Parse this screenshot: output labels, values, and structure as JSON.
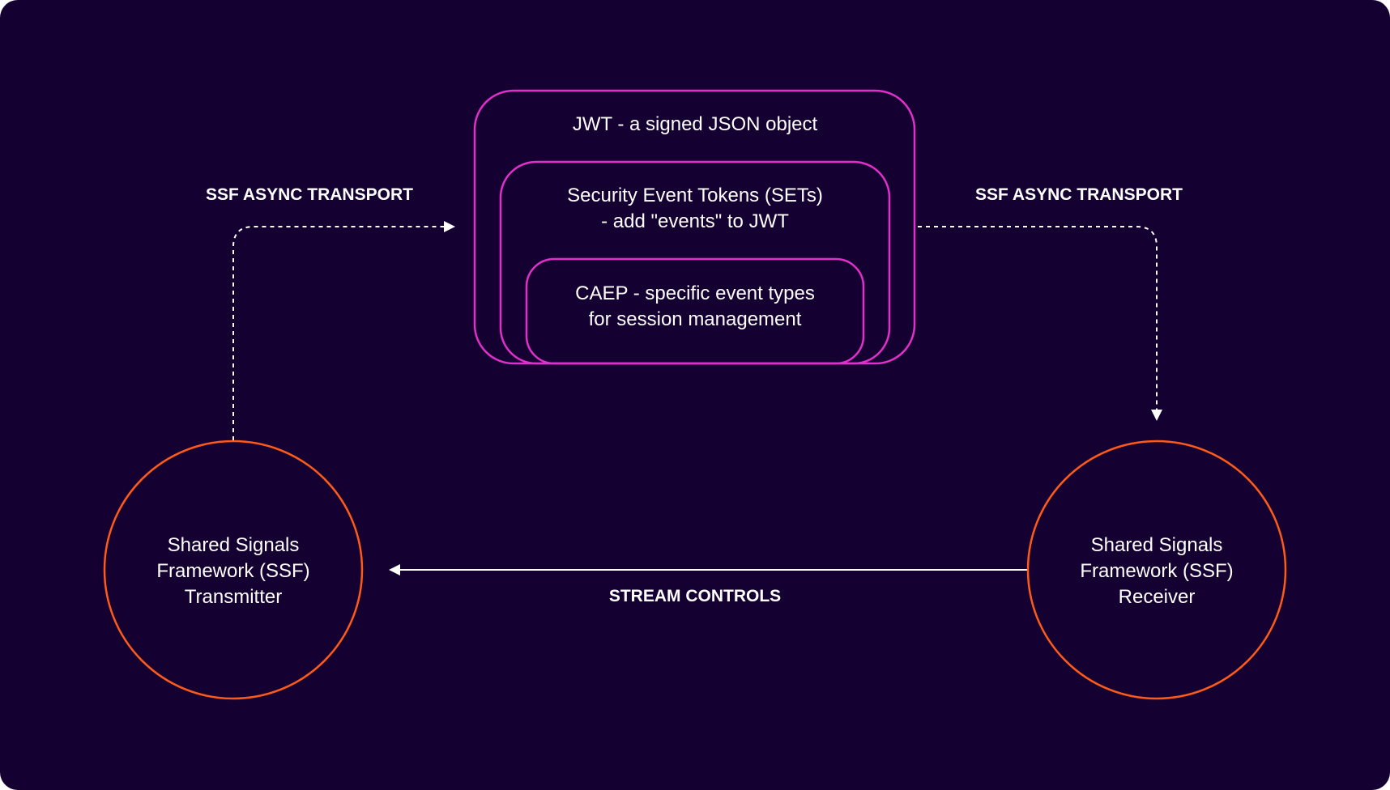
{
  "colors": {
    "background": "#150032",
    "container_stroke": "#e22fc9",
    "node_stroke": "#ff5a1a",
    "connector": "#ffffff"
  },
  "containers": {
    "jwt": {
      "label": "JWT - a signed JSON object"
    },
    "sets": {
      "line1": "Security Event Tokens (SETs)",
      "line2": "- add \"events\" to JWT"
    },
    "caep": {
      "line1": "CAEP - specific event types",
      "line2": "for session management"
    }
  },
  "nodes": {
    "transmitter": {
      "line1": "Shared Signals",
      "line2": "Framework (SSF)",
      "line3": "Transmitter"
    },
    "receiver": {
      "line1": "Shared Signals",
      "line2": "Framework (SSF)",
      "line3": "Receiver"
    }
  },
  "edges": {
    "left_transport": "SSF ASYNC TRANSPORT",
    "right_transport": "SSF ASYNC TRANSPORT",
    "stream_controls": "STREAM CONTROLS"
  }
}
